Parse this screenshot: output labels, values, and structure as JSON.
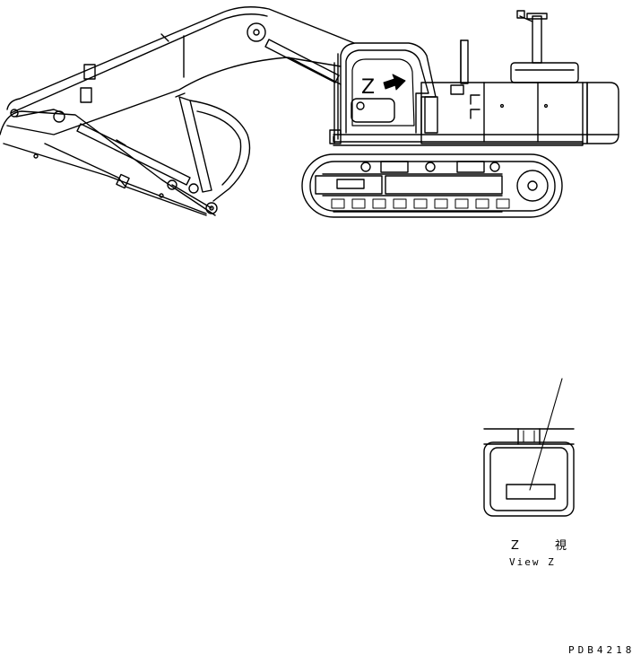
{
  "diagram": {
    "view_marker": "Z",
    "view_label_jp": "Z 視",
    "view_label_en": "View Z",
    "drawing_code": "PDB4218"
  }
}
